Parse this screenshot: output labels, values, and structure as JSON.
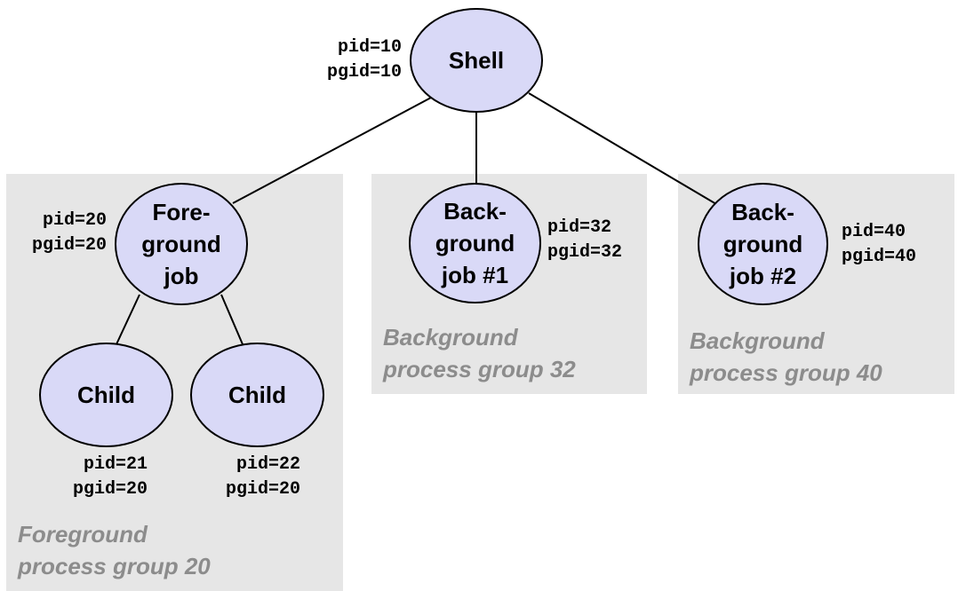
{
  "colors": {
    "node_fill": "#d9d9f7",
    "group_background": "#e6e6e6",
    "group_caption": "#8c8c8c",
    "edge": "#000000"
  },
  "nodes": {
    "shell": {
      "lines": [
        "Shell"
      ],
      "pid": "pid=10",
      "pgid": "pgid=10"
    },
    "foreground_job": {
      "lines": [
        "Fore-",
        "ground",
        "job"
      ],
      "pid": "pid=20",
      "pgid": "pgid=20"
    },
    "child_1": {
      "lines": [
        "Child"
      ],
      "pid": "pid=21",
      "pgid": "pgid=20"
    },
    "child_2": {
      "lines": [
        "Child"
      ],
      "pid": "pid=22",
      "pgid": "pgid=20"
    },
    "background_job_1": {
      "lines": [
        "Back-",
        "ground",
        "job #1"
      ],
      "pid": "pid=32",
      "pgid": "pgid=32"
    },
    "background_job_2": {
      "lines": [
        "Back-",
        "ground",
        "job #2"
      ],
      "pid": "pid=40",
      "pgid": "pgid=40"
    }
  },
  "edges": [
    {
      "from": "shell",
      "to": "foreground_job"
    },
    {
      "from": "shell",
      "to": "background_job_1"
    },
    {
      "from": "shell",
      "to": "background_job_2"
    },
    {
      "from": "foreground_job",
      "to": "child_1"
    },
    {
      "from": "foreground_job",
      "to": "child_2"
    }
  ],
  "groups": {
    "foreground": {
      "caption": [
        "Foreground",
        "process group 20"
      ]
    },
    "background_32": {
      "caption": [
        "Background",
        "process group 32"
      ]
    },
    "background_40": {
      "caption": [
        "Background",
        "process group 40"
      ]
    }
  }
}
